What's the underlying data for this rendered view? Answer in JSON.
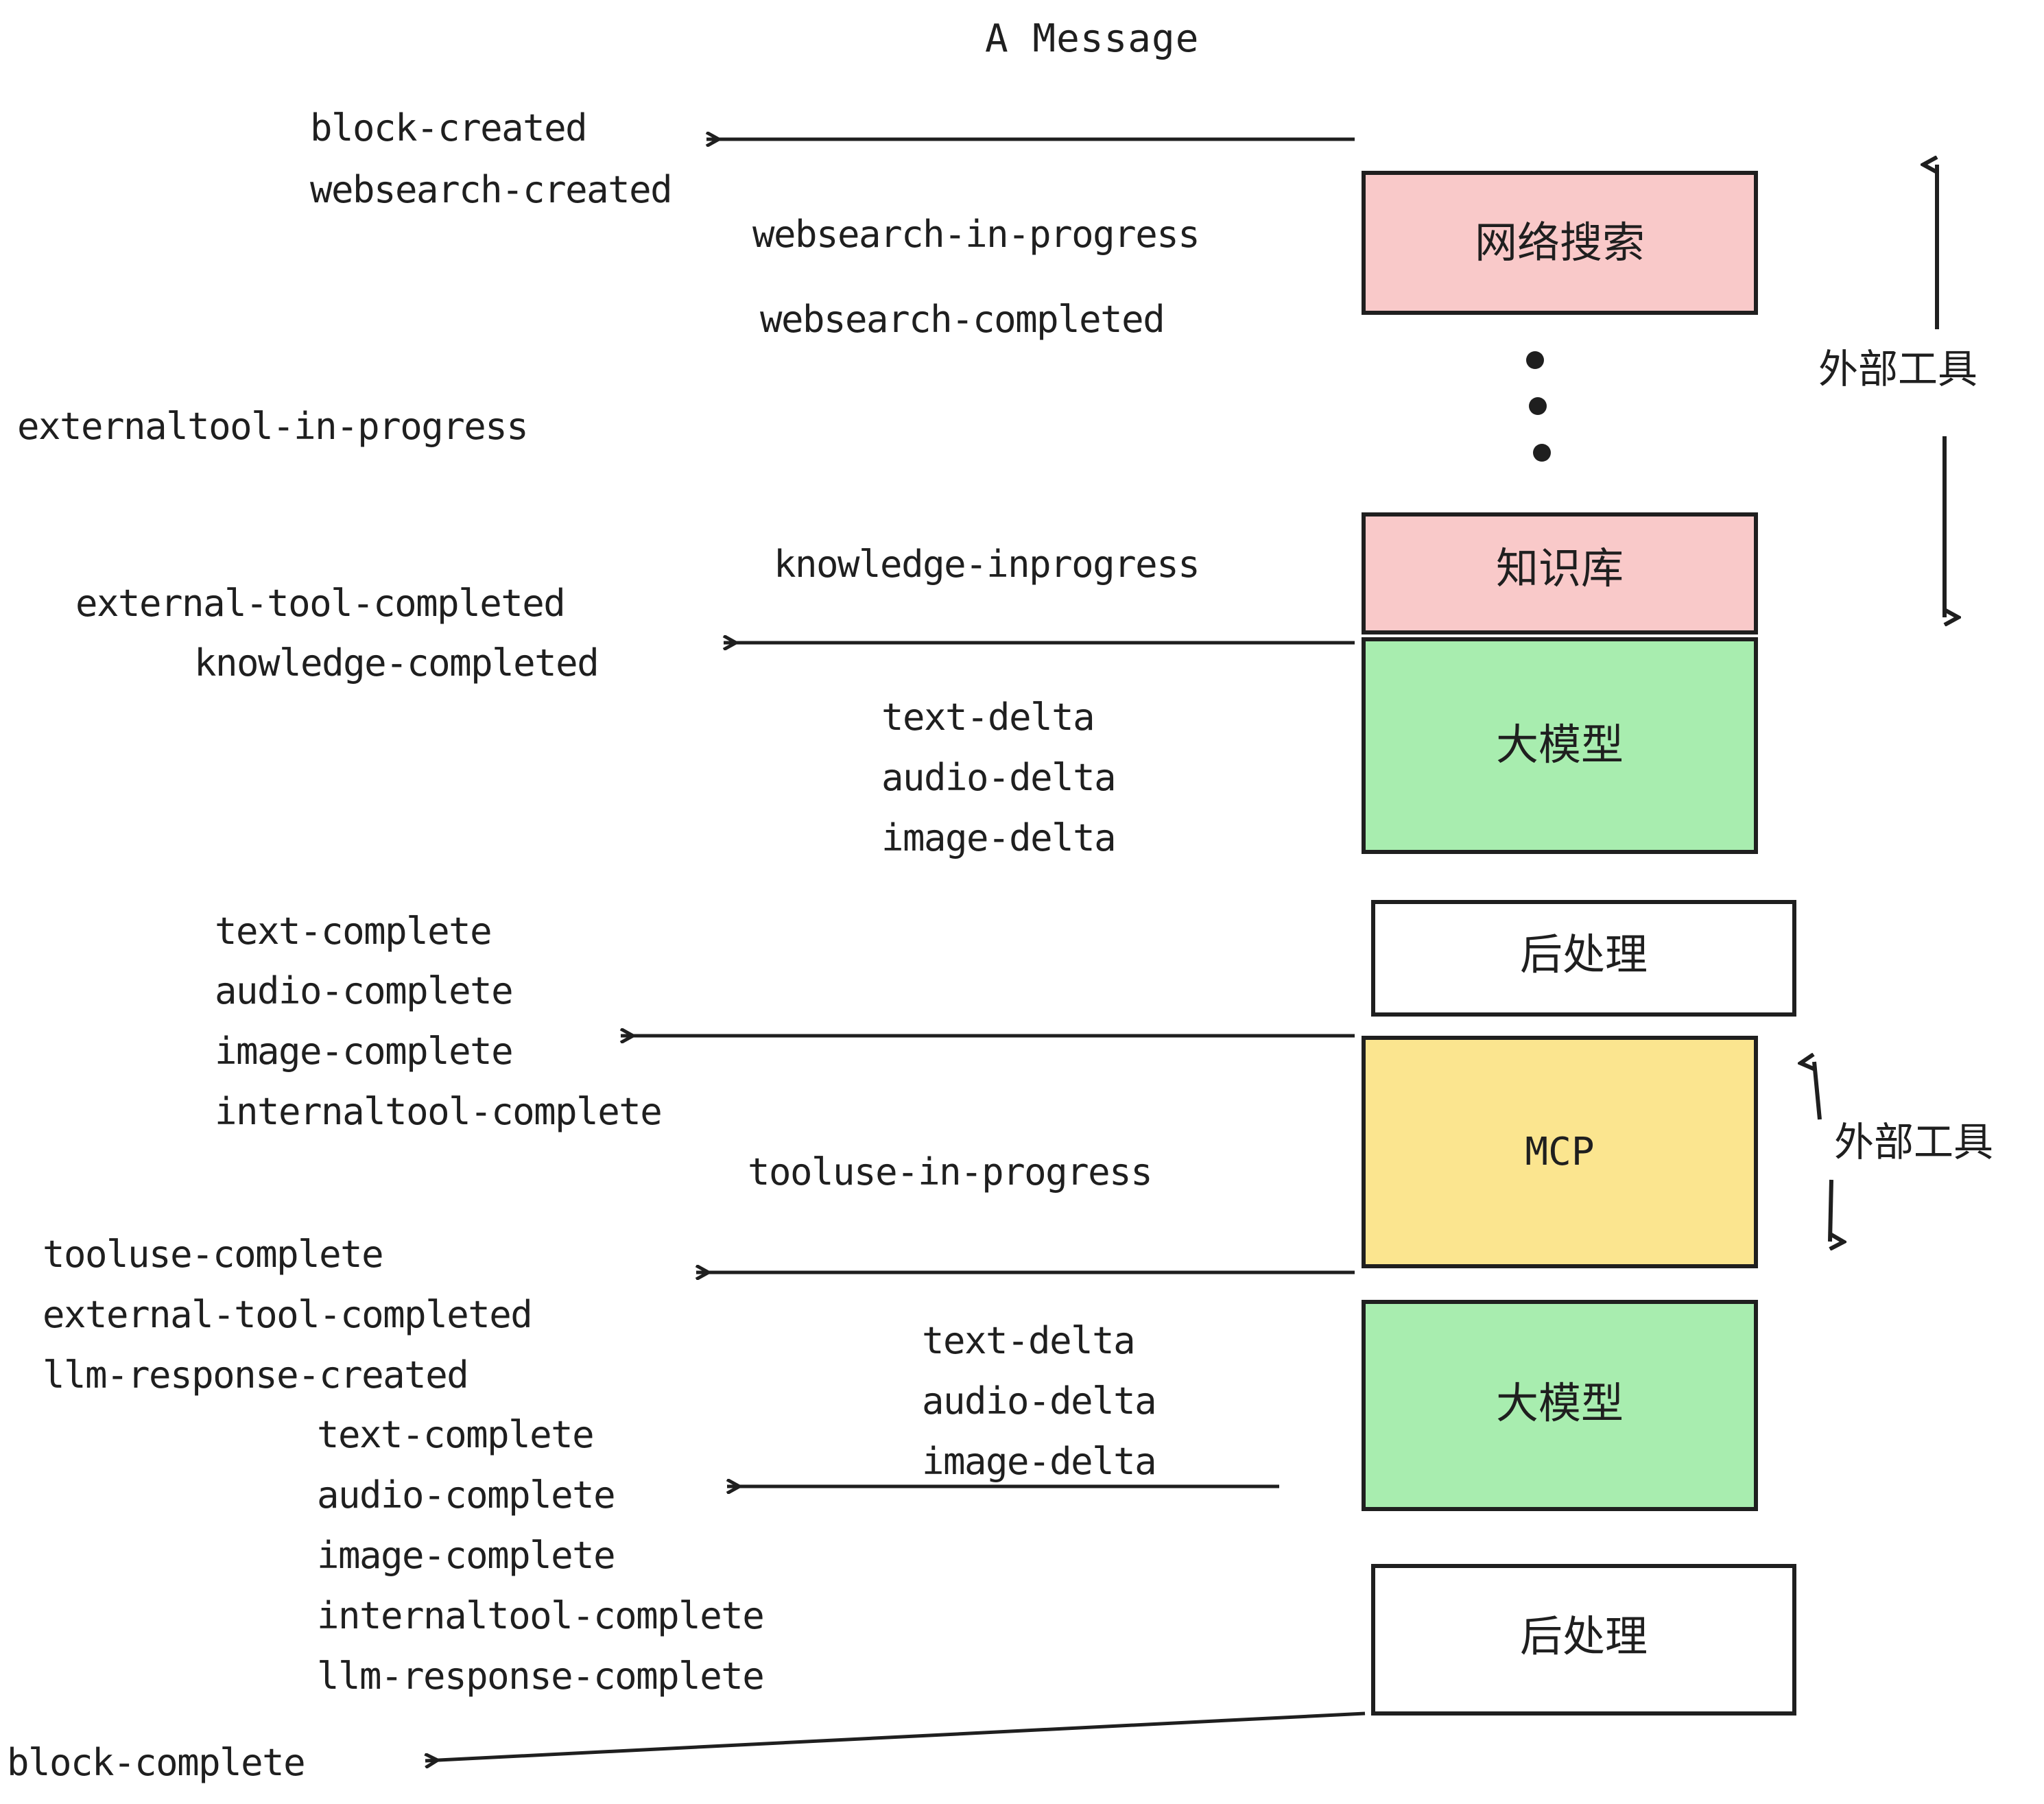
{
  "diagram": {
    "title": "A Message",
    "colors": {
      "background": "#ffffff",
      "stroke": "#1f1f1f",
      "external_tool_fill": "#f9c9c9",
      "llm_fill": "#a8edaf",
      "mcp_fill": "#fbe58f",
      "postprocess_fill": "#ffffff"
    },
    "nodes": [
      {
        "id": "websearch",
        "label": "网络搜索",
        "fill": "#f9c9c9",
        "script": "cjk"
      },
      {
        "id": "knowledge",
        "label": "知识库",
        "fill": "#f9c9c9",
        "script": "cjk"
      },
      {
        "id": "llm-1",
        "label": "大模型",
        "fill": "#a8edaf",
        "script": "cjk"
      },
      {
        "id": "postprocess-1",
        "label": "后处理",
        "fill": "#ffffff",
        "script": "cjk"
      },
      {
        "id": "mcp",
        "label": "MCP",
        "fill": "#fbe58f",
        "script": "latin"
      },
      {
        "id": "llm-2",
        "label": "大模型",
        "fill": "#a8edaf",
        "script": "cjk"
      },
      {
        "id": "postprocess-2",
        "label": "后处理",
        "fill": "#ffffff",
        "script": "cjk"
      }
    ],
    "side_labels": [
      {
        "id": "external-tools-top",
        "text": "外部工具"
      },
      {
        "id": "external-tools-bottom",
        "text": "外部工具"
      }
    ],
    "events": {
      "block_created": "block-created",
      "websearch_created": "websearch-created",
      "websearch_in_progress": "websearch-in-progress",
      "websearch_completed": "websearch-completed",
      "externaltool_in_progress": "externaltool-in-progress",
      "knowledge_inprogress": "knowledge-inprogress",
      "external_tool_completed_1": "external-tool-completed",
      "knowledge_completed": "knowledge-completed",
      "text_delta_1": "text-delta",
      "audio_delta_1": "audio-delta",
      "image_delta_1": "image-delta",
      "text_complete_1": "text-complete",
      "audio_complete_1": "audio-complete",
      "image_complete_1": "image-complete",
      "internaltool_complete_1": "internaltool-complete",
      "tooluse_in_progress": "tooluse-in-progress",
      "tooluse_complete": "tooluse-complete",
      "external_tool_completed_2": "external-tool-completed",
      "llm_response_created": "llm-response-created",
      "text_delta_2": "text-delta",
      "audio_delta_2": "audio-delta",
      "image_delta_2": "image-delta",
      "text_complete_2": "text-complete",
      "audio_complete_2": "audio-complete",
      "image_complete_2": "image-complete",
      "internaltool_complete_2": "internaltool-complete",
      "llm_response_complete": "llm-response-complete",
      "block_complete": "block-complete"
    },
    "ellipsis": "⋮"
  }
}
